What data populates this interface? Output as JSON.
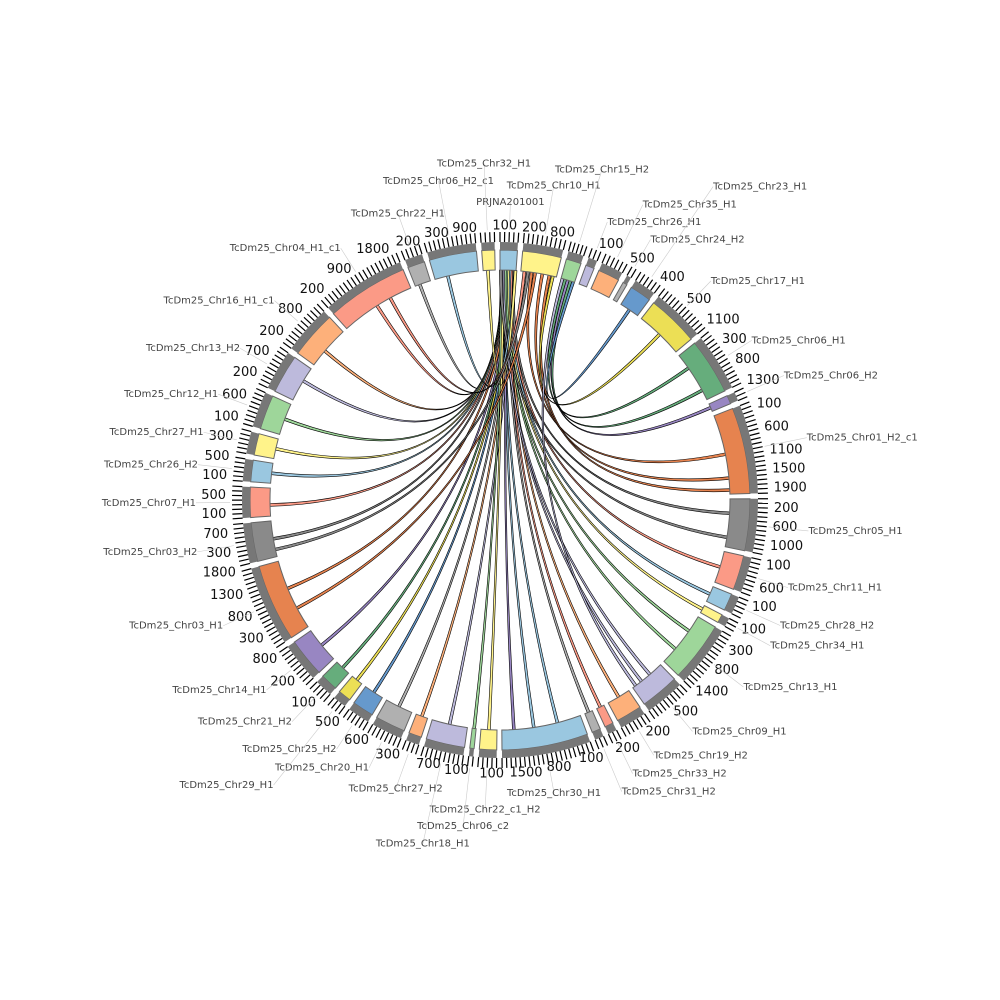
{
  "tick_step": 100,
  "sectors": [
    {
      "label": "PRJNA201001",
      "size": 4,
      "color": "#9ac7e0"
    },
    {
      "label": "TcDm25_Chr10_H1",
      "size": 9,
      "color": "#fff38a"
    },
    {
      "label": "TcDm25_Chr15_H2",
      "size": 3.5,
      "color": "#9ed69a"
    },
    {
      "label": "TcDm25_Chr26_H1",
      "size": 2,
      "color": "#bdbadc"
    },
    {
      "label": "TcDm25_Chr35_H1",
      "size": 5,
      "color": "#fdb07a"
    },
    {
      "label": "TcDm25_Chr24_H2",
      "size": 1,
      "color": "#b0b0b0"
    },
    {
      "label": "TcDm25_Chr23_H1",
      "size": 5,
      "color": "#6699cc"
    },
    {
      "label": "TcDm25_Chr17_H1",
      "size": 12,
      "color": "#ecdf55"
    },
    {
      "label": "TcDm25_Chr06_H1",
      "size": 13,
      "color": "#66ad7c"
    },
    {
      "label": "TcDm25_Chr06_H2",
      "size": 2,
      "color": "#9886c2"
    },
    {
      "label": "TcDm25_Chr01_H2_c1",
      "size": 20,
      "color": "#e6834f"
    },
    {
      "label": "TcDm25_Chr05_H1",
      "size": 12,
      "color": "#8a8a8a"
    },
    {
      "label": "TcDm25_Chr11_H1",
      "size": 8,
      "color": "#fb9a86"
    },
    {
      "label": "TcDm25_Chr28_H2",
      "size": 4,
      "color": "#9ac7e0"
    },
    {
      "label": "TcDm25_Chr34_H1",
      "size": 2,
      "color": "#fff38a"
    },
    {
      "label": "TcDm25_Chr13_H1",
      "size": 14,
      "color": "#9ed69a"
    },
    {
      "label": "TcDm25_Chr09_H1",
      "size": 9,
      "color": "#bdbadc"
    },
    {
      "label": "TcDm25_Chr19_H2",
      "size": 6,
      "color": "#fdb07a"
    },
    {
      "label": "TcDm25_Chr33_H2",
      "size": 2,
      "color": "#fb9a86"
    },
    {
      "label": "TcDm25_Chr31_H2",
      "size": 2,
      "color": "#b0b0b0"
    },
    {
      "label": "TcDm25_Chr30_H1",
      "size": 20,
      "color": "#9ac7e0"
    },
    {
      "label": "TcDm25_Chr22_c1_H2",
      "size": 4,
      "color": "#fff38a"
    },
    {
      "label": "TcDm25_Chr06_c2",
      "size": 1,
      "color": "#9ed69a"
    },
    {
      "label": "TcDm25_Chr18_H1",
      "size": 9,
      "color": "#bdbadc"
    },
    {
      "label": "TcDm25_Chr27_H2",
      "size": 3,
      "color": "#fdb07a"
    },
    {
      "label": "TcDm25_Chr20_H1",
      "size": 7,
      "color": "#b0b0b0"
    },
    {
      "label": "TcDm25_Chr25_H2",
      "size": 5,
      "color": "#6699cc"
    },
    {
      "label": "TcDm25_Chr29_H1",
      "size": 3,
      "color": "#ecdf55"
    },
    {
      "label": "TcDm25_Chr21_H2",
      "size": 4,
      "color": "#66ad7c"
    },
    {
      "label": "TcDm25_Chr14_H1",
      "size": 9,
      "color": "#9886c2"
    },
    {
      "label": "TcDm25_Chr03_H1",
      "size": 18,
      "color": "#e6834f"
    },
    {
      "label": "TcDm25_Chr03_H2",
      "size": 9,
      "color": "#8a8a8a"
    },
    {
      "label": "TcDm25_Chr07_H1",
      "size": 7,
      "color": "#fb9a86"
    },
    {
      "label": "TcDm25_Chr26_H2",
      "size": 5,
      "color": "#9ac7e0"
    },
    {
      "label": "TcDm25_Chr27_H1",
      "size": 5,
      "color": "#fff38a"
    },
    {
      "label": "TcDm25_Chr12_H1",
      "size": 8,
      "color": "#9ed69a"
    },
    {
      "label": "TcDm25_Chr13_H2",
      "size": 9,
      "color": "#bdbadc"
    },
    {
      "label": "TcDm25_Chr16_H1_c1",
      "size": 11,
      "color": "#fdb07a"
    },
    {
      "label": "TcDm25_Chr04_H1_c1",
      "size": 19,
      "color": "#fb9a86"
    },
    {
      "label": "TcDm25_Chr22_H1",
      "size": 4,
      "color": "#b0b0b0"
    },
    {
      "label": "TcDm25_Chr06_H2_c1",
      "size": 11,
      "color": "#9ac7e0"
    },
    {
      "label": "TcDm25_Chr32_H1",
      "size": 3,
      "color": "#fff38a"
    }
  ],
  "links": [
    [
      0,
      0.1,
      39,
      0.3,
      "#b0b0b0"
    ],
    [
      0,
      0.15,
      38,
      0.5,
      "#fb9a86"
    ],
    [
      0,
      0.2,
      37,
      0.4,
      "#fdb07a"
    ],
    [
      0,
      0.25,
      36,
      0.6,
      "#bdbadc"
    ],
    [
      0,
      0.3,
      35,
      0.5,
      "#9ed69a"
    ],
    [
      0,
      0.35,
      34,
      0.5,
      "#fff38a"
    ],
    [
      0,
      0.4,
      33,
      0.5,
      "#9ac7e0"
    ],
    [
      0,
      0.45,
      32,
      0.4,
      "#fb9a86"
    ],
    [
      0,
      0.5,
      31,
      0.5,
      "#8a8a8a"
    ],
    [
      0,
      0.55,
      30,
      0.6,
      "#e6834f"
    ],
    [
      0,
      0.6,
      29,
      0.5,
      "#9886c2"
    ],
    [
      0,
      0.65,
      28,
      0.5,
      "#66ad7c"
    ],
    [
      0,
      0.7,
      27,
      0.5,
      "#ecdf55"
    ],
    [
      0,
      0.75,
      26,
      0.5,
      "#6699cc"
    ],
    [
      0,
      0.8,
      25,
      0.5,
      "#b0b0b0"
    ],
    [
      0,
      0.85,
      24,
      0.5,
      "#fdb07a"
    ],
    [
      0,
      0.9,
      23,
      0.5,
      "#bdbadc"
    ],
    [
      0,
      0.12,
      22,
      0.5,
      "#9ed69a"
    ],
    [
      0,
      0.22,
      21,
      0.5,
      "#fff38a"
    ],
    [
      0,
      0.32,
      20,
      0.3,
      "#9ac7e0"
    ],
    [
      0,
      0.42,
      20,
      0.6,
      "#9ac7e0"
    ],
    [
      0,
      0.52,
      20,
      0.85,
      "#9886c2"
    ],
    [
      0,
      0.62,
      19,
      0.5,
      "#b0b0b0"
    ],
    [
      0,
      0.72,
      18,
      0.5,
      "#fb9a86"
    ],
    [
      0,
      0.82,
      17,
      0.5,
      "#fdb07a"
    ],
    [
      0,
      0.18,
      16,
      0.4,
      "#bdbadc"
    ],
    [
      0,
      0.28,
      16,
      0.7,
      "#bdbadc"
    ],
    [
      0,
      0.38,
      15,
      0.3,
      "#9ed69a"
    ],
    [
      0,
      0.48,
      15,
      0.7,
      "#9ed69a"
    ],
    [
      0,
      0.58,
      14,
      0.5,
      "#fff38a"
    ],
    [
      0,
      0.68,
      13,
      0.5,
      "#9ac7e0"
    ],
    [
      0,
      0.78,
      12,
      0.5,
      "#fb9a86"
    ],
    [
      0,
      0.88,
      11,
      0.3,
      "#8a8a8a"
    ],
    [
      0,
      0.05,
      11,
      0.8,
      "#8a8a8a"
    ],
    [
      1,
      0.3,
      10,
      0.5,
      "#e6834f"
    ],
    [
      1,
      0.6,
      10,
      0.8,
      "#e6834f"
    ],
    [
      1,
      0.8,
      10,
      0.95,
      "#e6834f"
    ],
    [
      2,
      0.5,
      9,
      0.5,
      "#9886c2"
    ],
    [
      2,
      0.3,
      8,
      0.3,
      "#66ad7c"
    ],
    [
      2,
      0.7,
      8,
      0.8,
      "#66ad7c"
    ],
    [
      1,
      0.9,
      7,
      0.5,
      "#ecdf55"
    ],
    [
      2,
      0.9,
      6,
      0.5,
      "#6699cc"
    ],
    [
      0,
      0.95,
      40,
      0.3,
      "#9ac7e0"
    ],
    [
      0,
      0.97,
      41,
      0.4,
      "#fff38a"
    ],
    [
      1,
      0.1,
      38,
      0.7,
      "#fb9a86"
    ],
    [
      1,
      0.2,
      31,
      0.2,
      "#8a8a8a"
    ],
    [
      1,
      0.4,
      30,
      0.3,
      "#e6834f"
    ],
    [
      2,
      0.1,
      16,
      0.9,
      "#bdbadc"
    ]
  ]
}
